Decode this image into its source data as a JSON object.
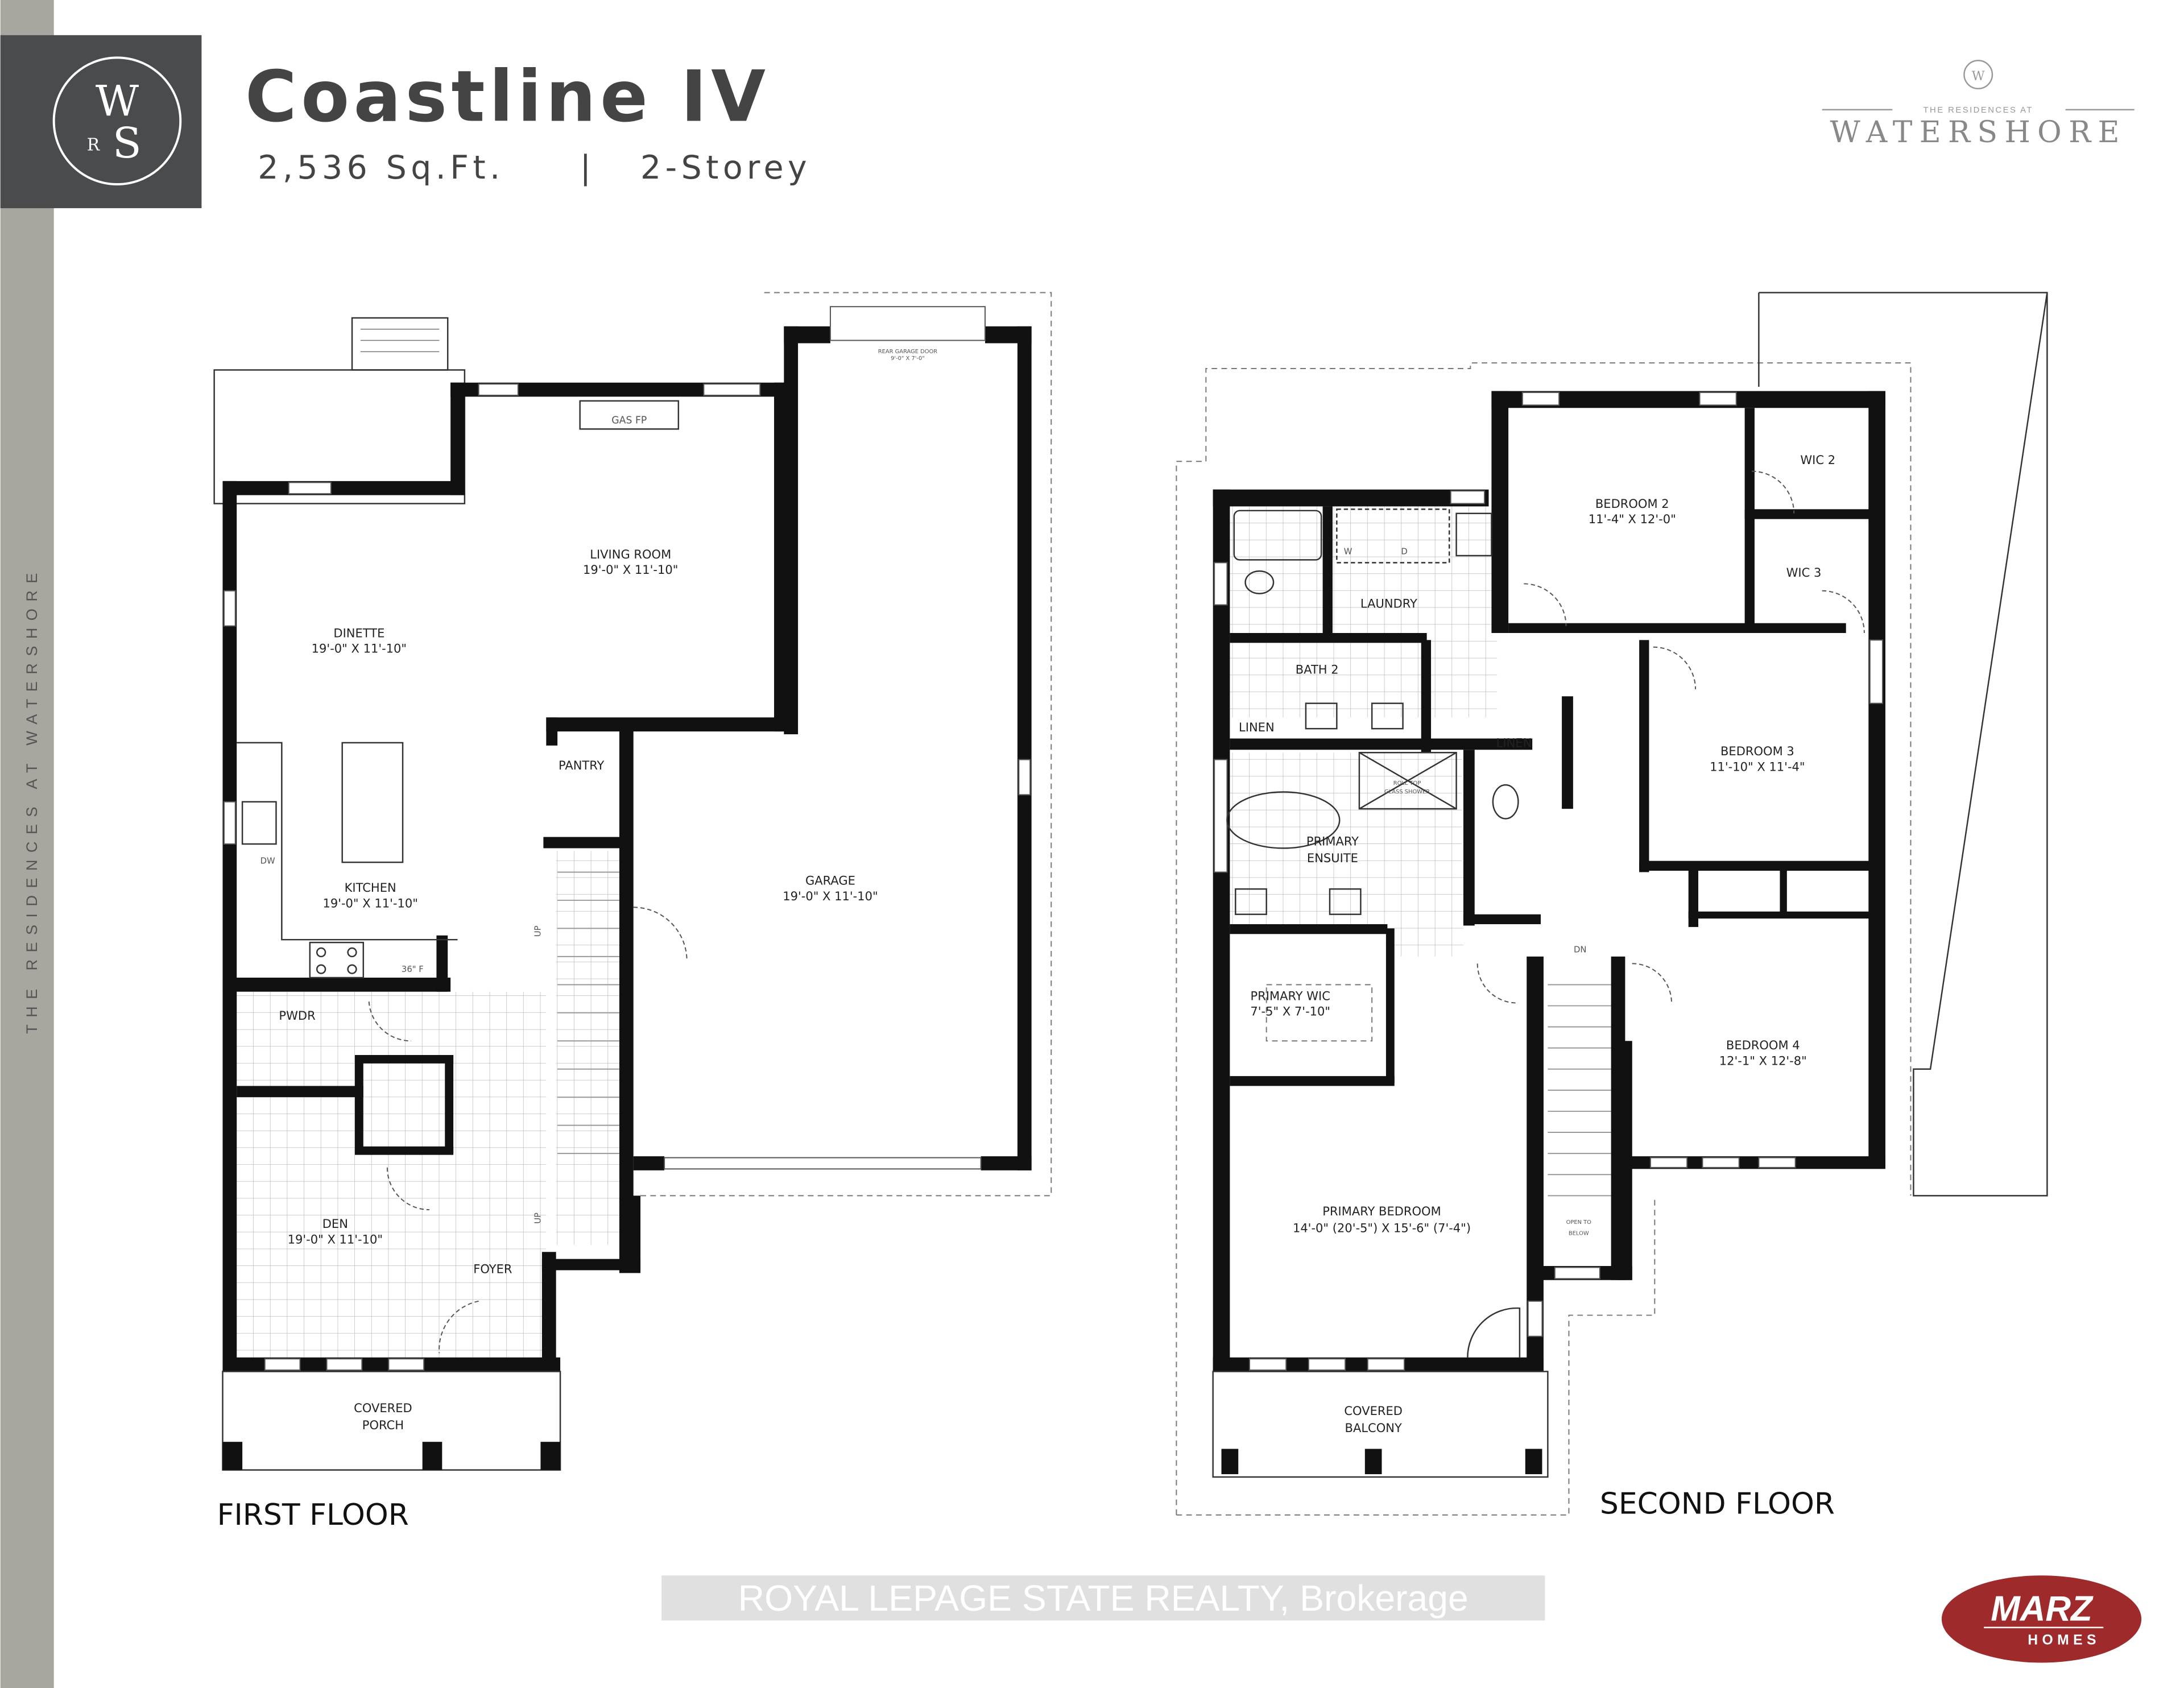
{
  "header": {
    "title": "Coastline IV",
    "sqft": "2,536 Sq.Ft.",
    "separator": "|",
    "storeys": "2-Storey",
    "logo_monogram": "WRS"
  },
  "brand_logo": {
    "tagline": "THE RESIDENCES AT",
    "name": "WATERSHORE"
  },
  "side_banner": "THE RESIDENCES AT WATERSHORE",
  "first_floor": {
    "label": "FIRST FLOOR",
    "rooms": {
      "living": {
        "name": "LIVING ROOM",
        "dims": "19'-0\" X 11'-10\""
      },
      "dinette": {
        "name": "DINETTE",
        "dims": "19'-0\" X 11'-10\""
      },
      "kitchen": {
        "name": "KITCHEN",
        "dims": "19'-0\" X 11'-10\""
      },
      "garage": {
        "name": "GARAGE",
        "dims": "19'-0\" X 11'-10\""
      },
      "den": {
        "name": "DEN",
        "dims": "19'-0\" X 11'-10\""
      },
      "pantry": {
        "name": "PANTRY"
      },
      "pwdr": {
        "name": "PWDR"
      },
      "foyer": {
        "name": "FOYER"
      },
      "porch": {
        "name": "COVERED",
        "name2": "PORCH"
      }
    },
    "fixtures": {
      "gas_fp": "GAS FP",
      "dw": "DW",
      "fridge": "36\" F",
      "up": "UP",
      "garage_door": "REAR GARAGE DOOR",
      "garage_door_dims": "9'-0\" X 7'-0\""
    }
  },
  "second_floor": {
    "label": "SECOND FLOOR",
    "rooms": {
      "bed2": {
        "name": "BEDROOM 2",
        "dims": "11'-4\" X 12'-0\""
      },
      "bed3": {
        "name": "BEDROOM 3",
        "dims": "11'-10\" X 11'-4\""
      },
      "bed4": {
        "name": "BEDROOM 4",
        "dims": "12'-1\" X 12'-8\""
      },
      "primary": {
        "name": "PRIMARY BEDROOM",
        "dims": "14'-0\" (20'-5\") X 15'-6\" (7'-4\")"
      },
      "primary_wic": {
        "name": "PRIMARY WIC",
        "dims": "7'-5\" X 7'-10\""
      },
      "ensuite": {
        "name": "PRIMARY",
        "name2": "ENSUITE"
      },
      "wic2": {
        "name": "WIC 2"
      },
      "wic3": {
        "name": "WIC 3"
      },
      "laundry": {
        "name": "LAUNDRY"
      },
      "bath2": {
        "name": "BATH 2"
      },
      "linen1": {
        "name": "LINEN"
      },
      "linen2": {
        "name": "LINEN"
      },
      "balcony": {
        "name": "COVERED",
        "name2": "BALCONY"
      }
    },
    "fixtures": {
      "w": "W",
      "d": "D",
      "shower": "ROLL TOP",
      "shower2": "GLASS SHOWER",
      "dn": "DN",
      "open": "OPEN TO",
      "open2": "BELOW"
    }
  },
  "watermark": "ROYAL LEPAGE STATE REALTY, Brokerage",
  "builder_logo": {
    "name": "MARZ",
    "sub": "HOMES",
    "color": "#9e2a2b"
  },
  "colors": {
    "side_strip": "#a9a6a0",
    "logo_box": "#4a4b4d",
    "title": "#444444"
  }
}
